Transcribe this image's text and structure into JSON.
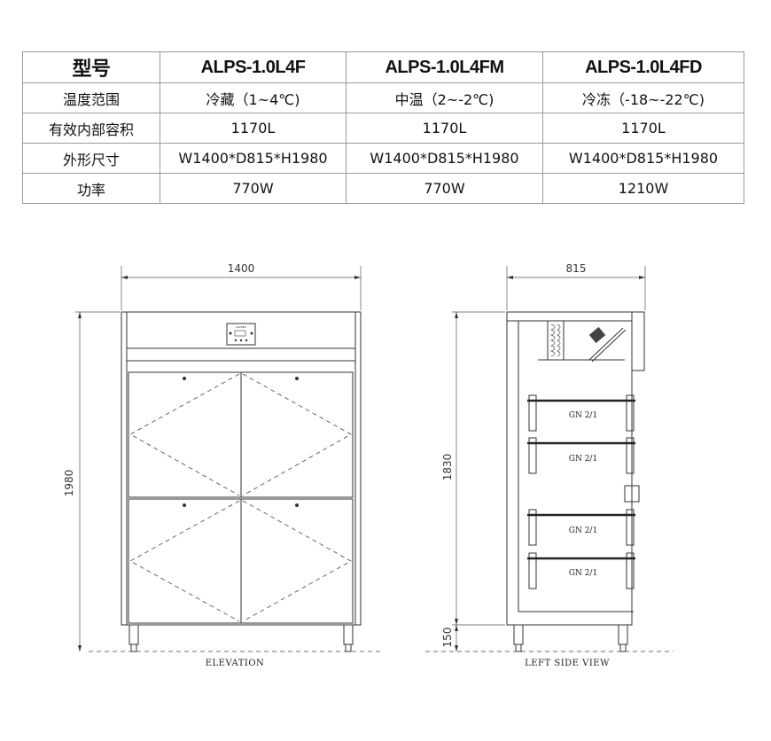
{
  "spec_table": {
    "header": {
      "label": "型号",
      "models": [
        "ALPS-1.0L4F",
        "ALPS-1.0L4FM",
        "ALPS-1.0L4FD"
      ]
    },
    "rows": [
      {
        "label": "温度范围",
        "values": [
          "冷藏（1~4℃)",
          "中温（2~-2℃)",
          "冷冻（-18~-22℃)"
        ]
      },
      {
        "label": "有效内部容积",
        "values": [
          "1170L",
          "1170L",
          "1170L"
        ]
      },
      {
        "label": "外形尺寸",
        "values": [
          "W1400*D815*H1980",
          "W1400*D815*H1980",
          "W1400*D815*H1980"
        ]
      },
      {
        "label": "功率",
        "values": [
          "770W",
          "770W",
          "1210W"
        ]
      }
    ]
  },
  "elevation": {
    "width_dim": "1400",
    "height_dim": "1980",
    "caption": "ELEVATION",
    "logo": "ALPSEN"
  },
  "side_view": {
    "depth_dim": "815",
    "body_height_dim": "1830",
    "leg_height_dim": "150",
    "shelf_labels": [
      "GN 2/1",
      "GN 2/1",
      "GN 2/1",
      "GN 2/1"
    ],
    "caption": "LEFT SIDE VIEW"
  }
}
